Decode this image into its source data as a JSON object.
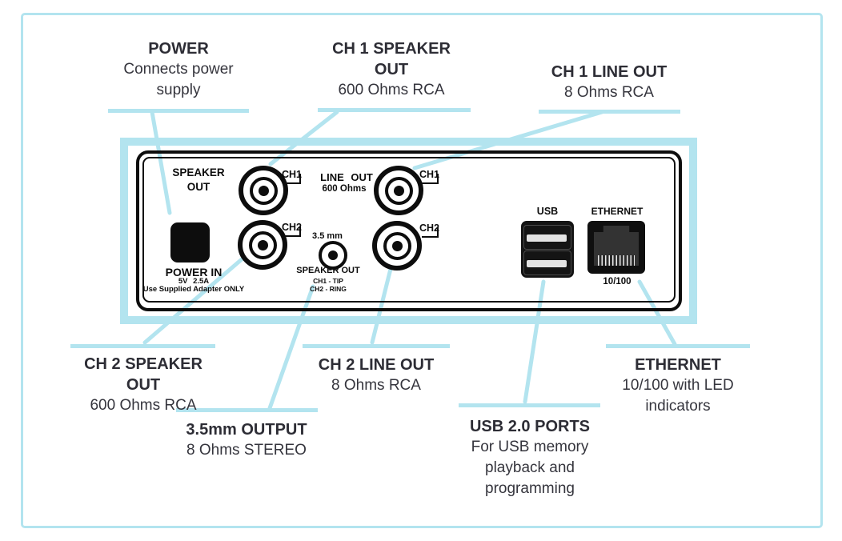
{
  "colors": {
    "accent_light_blue": "#b3e4ef",
    "callout_text": "#2d2d35",
    "panel_black": "#0d0d0d"
  },
  "callouts": {
    "power": {
      "bold": [
        "POWER"
      ],
      "normal": [
        "Connects power",
        "supply"
      ]
    },
    "ch1_speaker": {
      "bold": [
        "CH 1 SPEAKER",
        "OUT"
      ],
      "normal": [
        "600 Ohms RCA"
      ]
    },
    "ch1_line": {
      "bold": [
        "CH 1 LINE OUT"
      ],
      "normal": [
        "8 Ohms RCA"
      ]
    },
    "ch2_speaker": {
      "bold": [
        "CH 2 SPEAKER",
        "OUT"
      ],
      "normal": [
        "600 Ohms RCA"
      ]
    },
    "mm_output": {
      "bold": [
        "3.5mm OUTPUT"
      ],
      "normal": [
        "8 Ohms STEREO"
      ]
    },
    "ch2_line": {
      "bold": [
        "CH 2 LINE OUT"
      ],
      "normal": [
        "8 Ohms RCA"
      ]
    },
    "usb_ports": {
      "bold": [
        "USB 2.0 PORTS"
      ],
      "normal": [
        "For USB memory",
        "playback and",
        "programming"
      ]
    },
    "ethernet": {
      "bold": [
        "ETHERNET"
      ],
      "normal": [
        "10/100 with LED",
        "indicators"
      ]
    }
  },
  "panel": {
    "speaker_out": [
      "SPEAKER",
      "OUT"
    ],
    "line_out": "LINE OUT",
    "line_out_ohms": "600 Ohms",
    "ch1": "CH1",
    "ch2": "CH2",
    "jack_35mm": "3.5 mm",
    "jack_35mm_label": "SPEAKER OUT",
    "jack_35mm_tip": "CH1 - TIP",
    "jack_35mm_ring": "CH2 - RING",
    "power_in": "POWER IN",
    "power_rating": "5V 2.5A",
    "power_note": "Use Supplied Adapter ONLY",
    "usb": "USB",
    "ethernet": "ETHERNET",
    "eth_speed": "10/100"
  }
}
